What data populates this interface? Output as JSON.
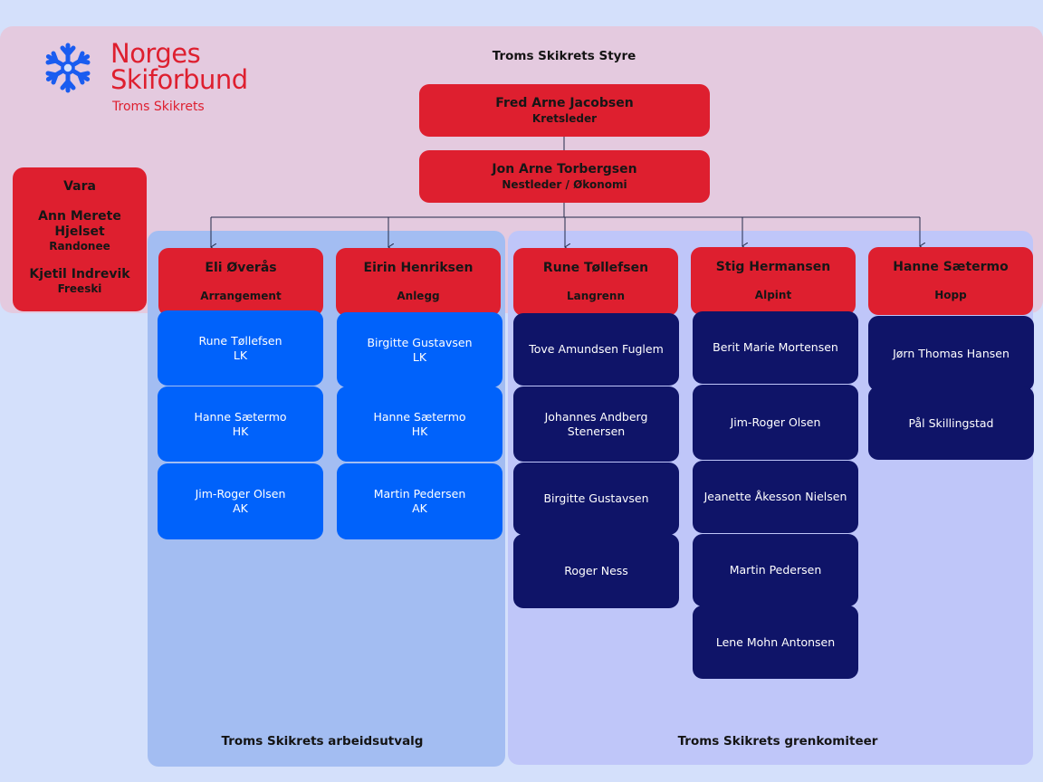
{
  "logo": {
    "line1": "Norges",
    "line2": "Skiforbund",
    "sub": "Troms Skikrets"
  },
  "styre": {
    "title": "Troms Skikrets Styre",
    "leader": {
      "name": "Fred Arne Jacobsen",
      "role": "Kretsleder"
    },
    "deputy": {
      "name": "Jon Arne Torbergsen",
      "role": "Nestleder / Økonomi"
    }
  },
  "vara": {
    "title": "Vara",
    "members": [
      {
        "name": "Ann Merete Hjelset",
        "role": "Randonee"
      },
      {
        "name": "Kjetil Indrevik",
        "role": "Freeski"
      }
    ]
  },
  "arbeidsutvalg": {
    "title": "Troms Skikrets arbeidsutvalg",
    "columns": [
      {
        "name": "Eli Øverås",
        "role": "Arrangement",
        "members": [
          {
            "name": "Rune Tøllefsen",
            "role": "LK"
          },
          {
            "name": "Hanne Sætermo",
            "role": "HK"
          },
          {
            "name": "Jim-Roger Olsen",
            "role": "AK"
          }
        ]
      },
      {
        "name": "Eirin Henriksen",
        "role": "Anlegg",
        "members": [
          {
            "name": "Birgitte Gustavsen",
            "role": "LK"
          },
          {
            "name": "Hanne Sætermo",
            "role": "HK"
          },
          {
            "name": "Martin Pedersen",
            "role": "AK"
          }
        ]
      }
    ]
  },
  "grenkomiteer": {
    "title": "Troms Skikrets grenkomiteer",
    "columns": [
      {
        "name": "Rune Tøllefsen",
        "role": "Langrenn",
        "members": [
          "Tove Amundsen Fuglem",
          "Johannes Andberg Stenersen",
          "Birgitte Gustavsen",
          "Roger Ness"
        ]
      },
      {
        "name": "Stig Hermansen",
        "role": "Alpint",
        "members": [
          "Berit Marie Mortensen",
          "Jim-Roger Olsen",
          "Jeanette Åkesson Nielsen",
          "Martin Pedersen",
          "Lene Mohn Antonsen"
        ]
      },
      {
        "name": "Hanne Sætermo",
        "role": "Hopp",
        "members": [
          "Jørn Thomas Hansen",
          "Pål Skillingstad"
        ]
      }
    ]
  },
  "colors": {
    "red": "#de1f2f",
    "blue": "#0062fb",
    "navy": "#0f1468",
    "background": "#d4e0fb"
  },
  "icons": {
    "logo": "snowflake-icon"
  }
}
